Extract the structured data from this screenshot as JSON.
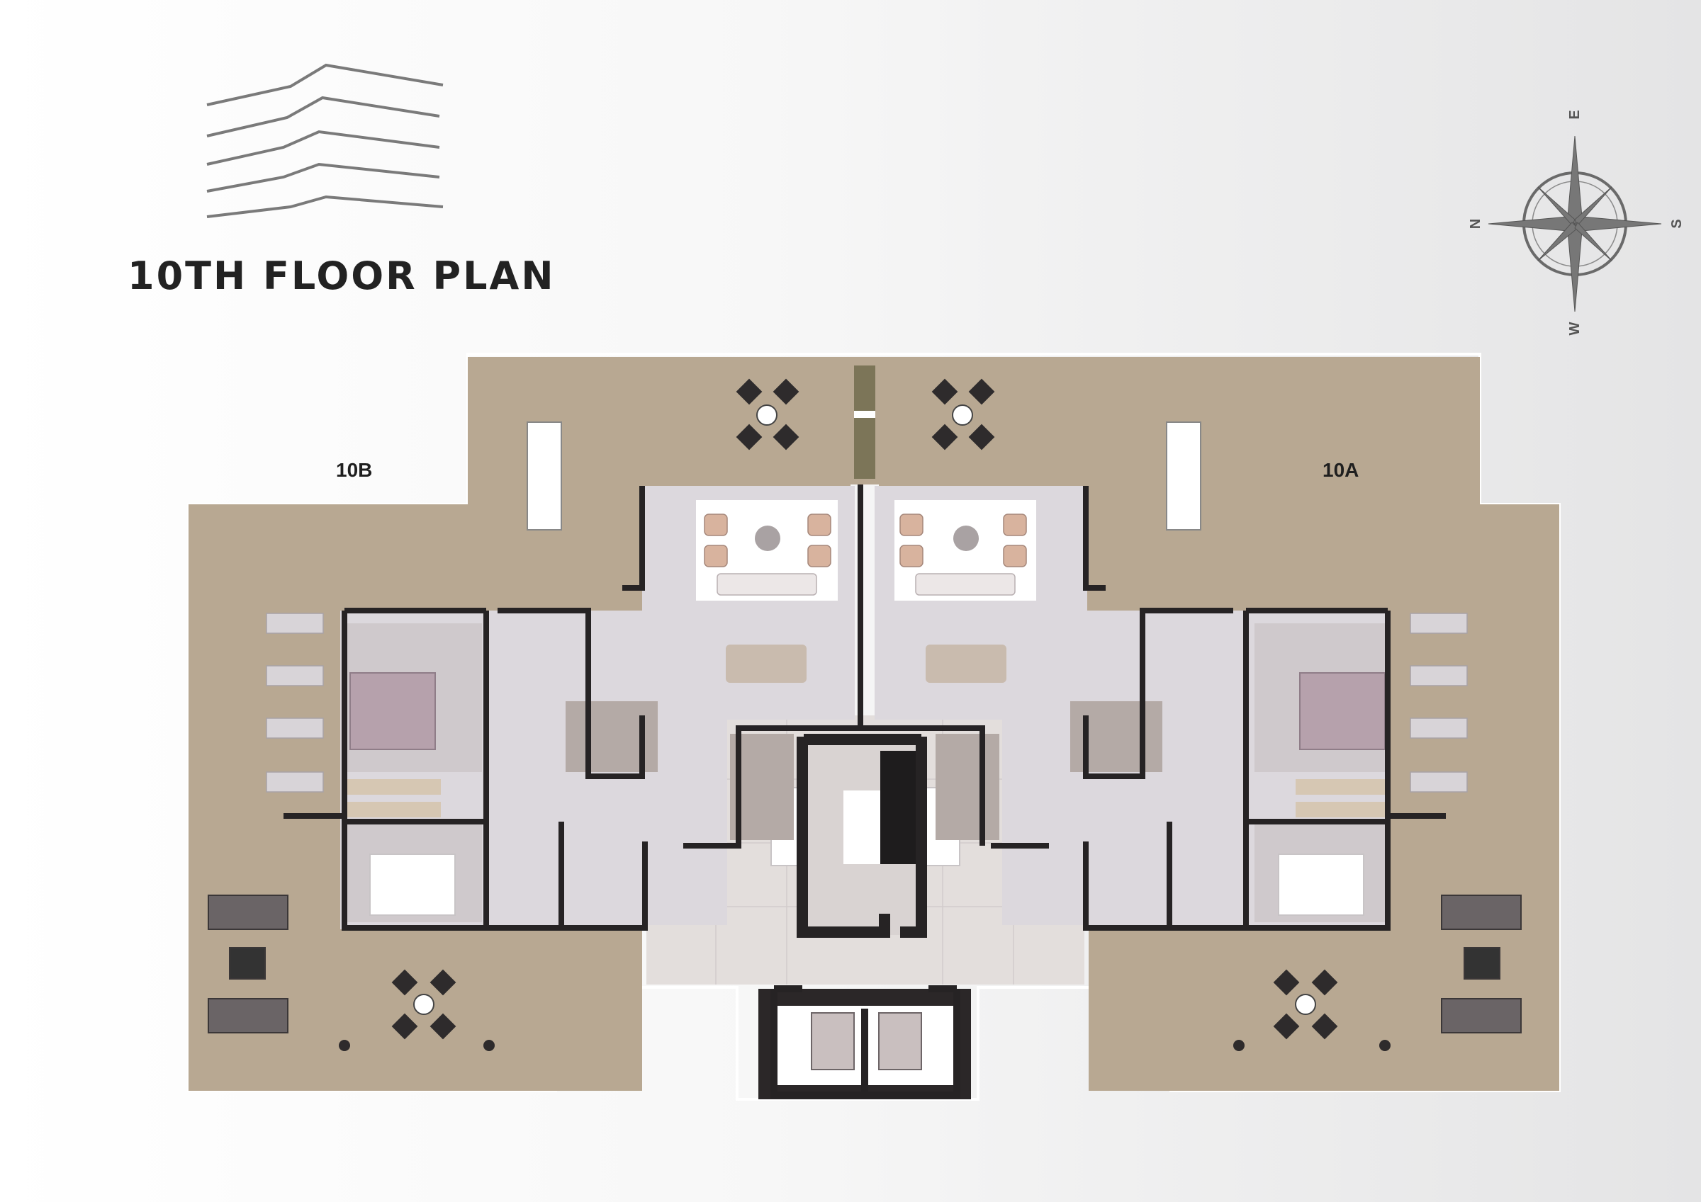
{
  "title": "10TH FLOOR PLAN",
  "units": {
    "left": "10B",
    "right": "10A"
  },
  "compass": {
    "n": "N",
    "e": "E",
    "s": "S",
    "w": "W"
  },
  "colors": {
    "terrace": "#b8a892",
    "interior": "#dcd8dd",
    "wall": "#262324",
    "bed": "#b6a1ac"
  }
}
